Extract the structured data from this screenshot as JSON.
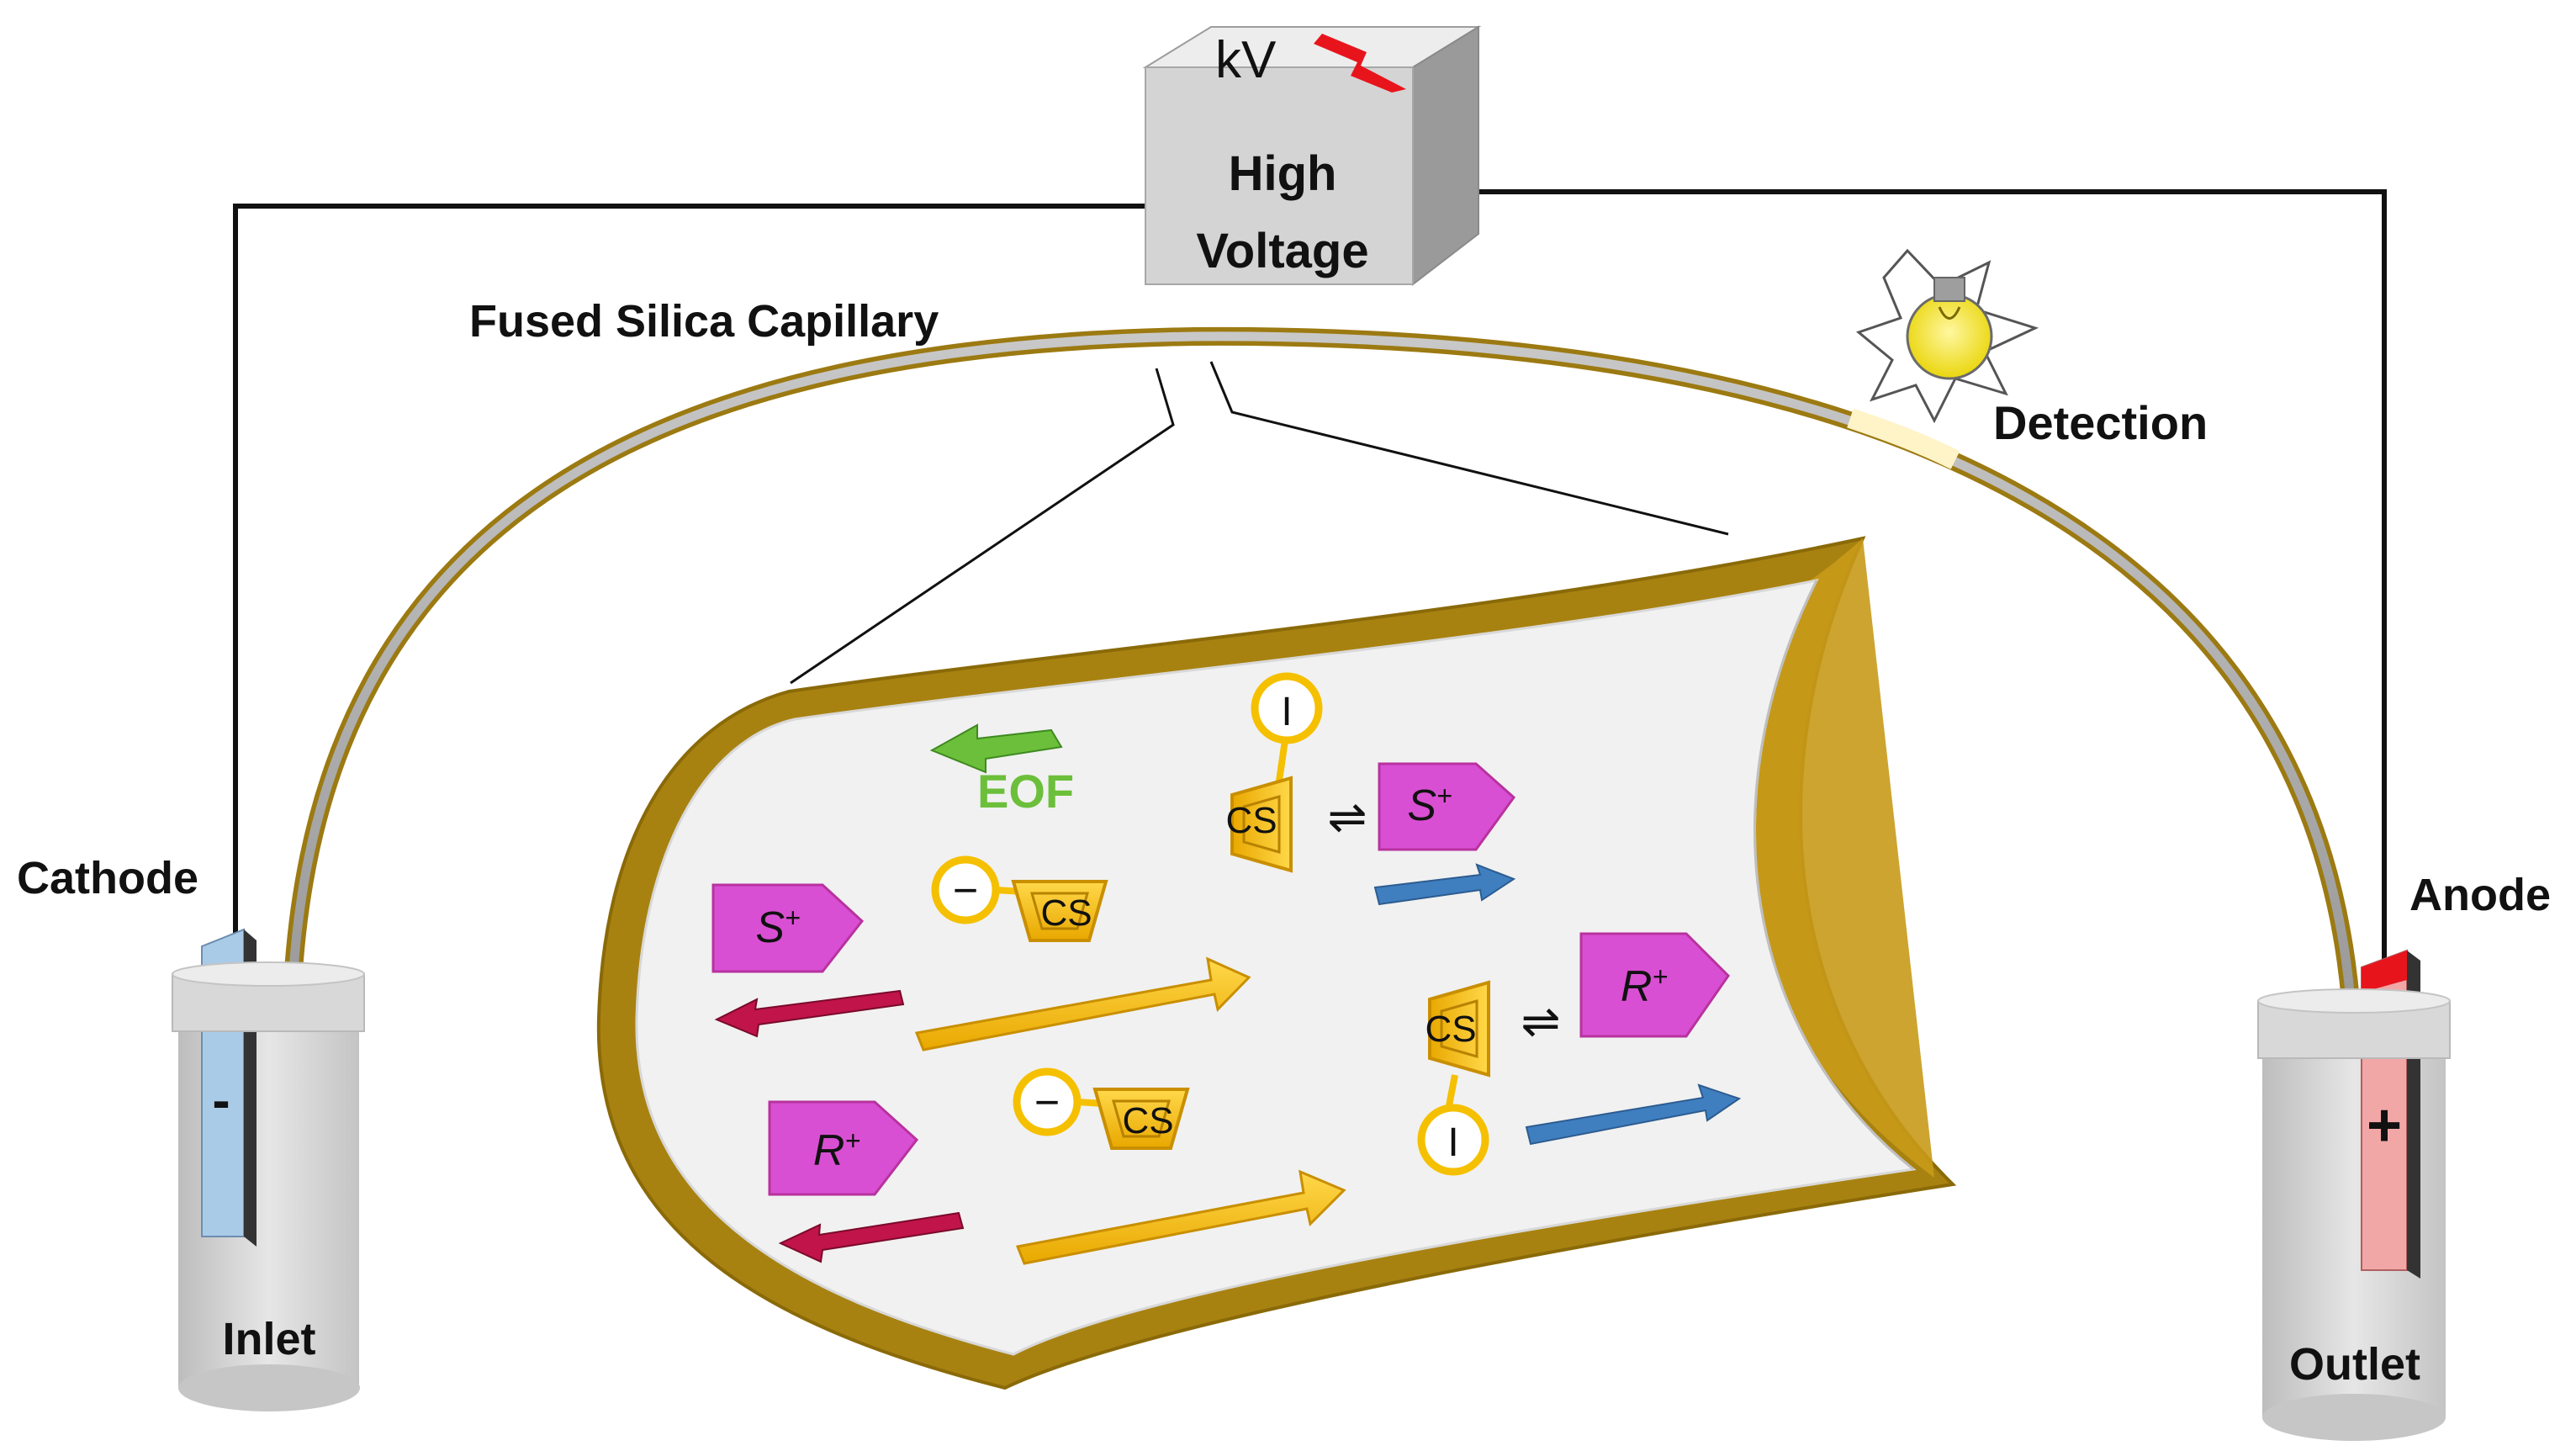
{
  "power_supply": {
    "unit": "kV",
    "title_line1": "High",
    "title_line2": "Voltage"
  },
  "labels": {
    "capillary": "Fused Silica Capillary",
    "detection": "Detection",
    "cathode": "Cathode",
    "anode": "Anode",
    "inlet": "Inlet",
    "outlet": "Outlet",
    "minus_sign": "-",
    "plus_sign": "+"
  },
  "flow": {
    "eof": "EOF"
  },
  "species": {
    "selector": "CS",
    "neutral_tag": "I",
    "anionic_tag": "−",
    "cation_s": "S",
    "cation_r": "R",
    "charge": "+",
    "equilibrium": "⇌"
  },
  "colors": {
    "gold": "#f5c000",
    "gold_dark": "#d49a00",
    "wall": "#a88210",
    "interior": "#f1f1f1",
    "analyte": "#d94fd3",
    "eof_green": "#6cbf3a",
    "blue_arrow": "#3f7fc0",
    "red_arrow": "#c0144a",
    "cathode_electrode": "#a9cbe8",
    "anode_electrode": "#f2a7a7",
    "spark": "#e8141c"
  }
}
